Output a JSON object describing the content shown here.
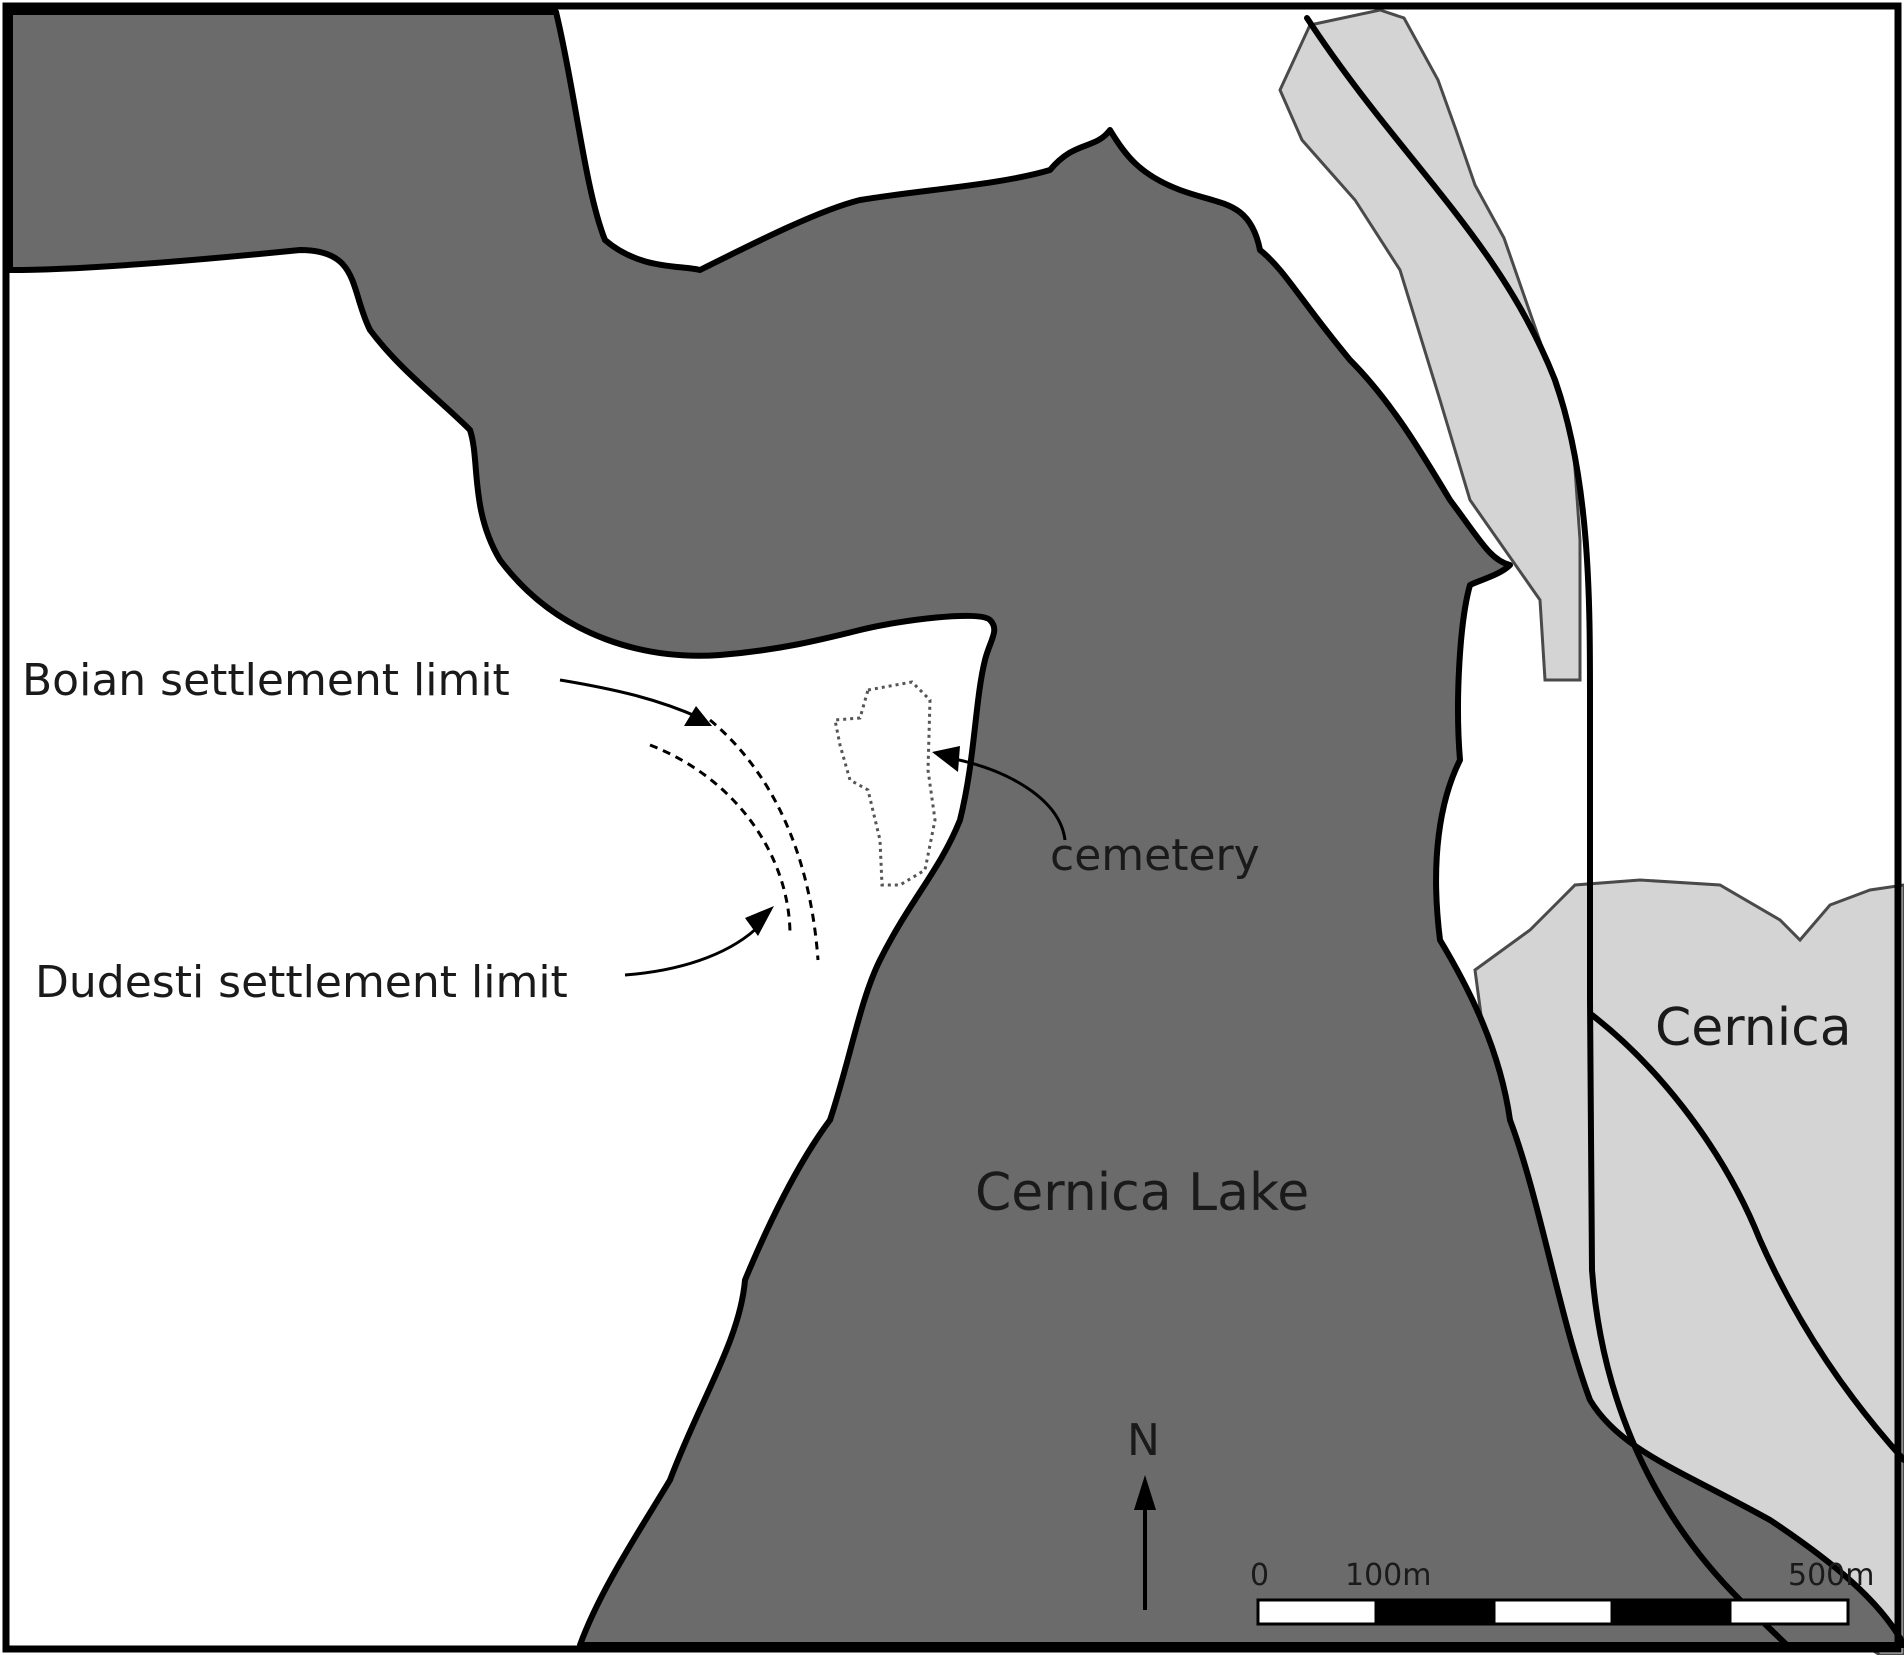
{
  "labels": {
    "boian_limit": "Boian settlement limit",
    "dudesti_limit": "Dudesti settlement limit",
    "cemetery": "cemetery",
    "lake": "Cernica Lake",
    "village": "Cernica",
    "north": "N"
  },
  "scale_bar": {
    "tick_0": "0",
    "tick_100": "100m",
    "tick_500": "500m"
  },
  "colors": {
    "lake": "#6b6b6b",
    "village": "#d4d4d4",
    "land": "#ffffff",
    "outline": "#000000"
  }
}
